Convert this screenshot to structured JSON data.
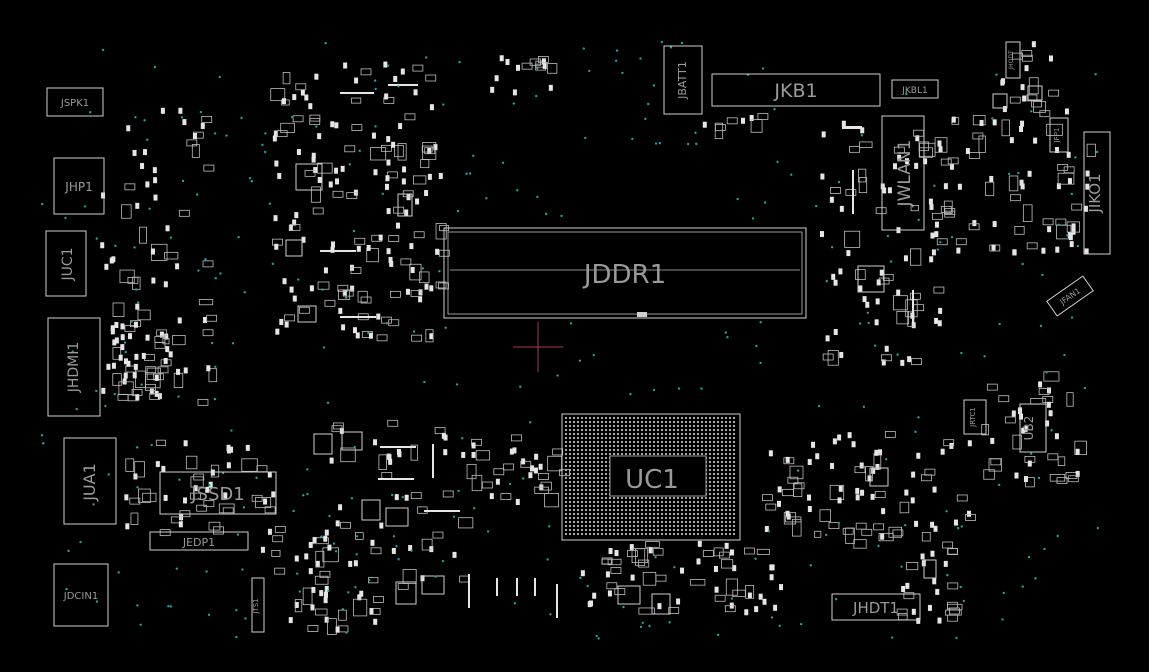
{
  "viewer": {
    "background": "#000000",
    "outline_color": "#cfcfcf",
    "via_color": "#1aa5a0",
    "cursor_color": "#a0404a"
  },
  "components": {
    "jspk1": "JSPK1",
    "jhp1": "JHP1",
    "juc1": "JUC1",
    "jhdmi1": "JHDMI1",
    "jua1": "JUA1",
    "jssd1": "JSSD1",
    "jedp1": "JEDP1",
    "jdcin1": "JDCIN1",
    "jbatt1": "JBATT1",
    "jkb1": "JKB1",
    "jkbl1": "JKBL1",
    "jwlan1": "JWLAN1",
    "jddr1": "JDDR1",
    "uc1": "UC1",
    "jhdt1": "JHDT1",
    "jiko1": "JIKO1",
    "jfan1": "JFAN1",
    "jfp1": "JFP1",
    "jrtc1": "JRTC1",
    "ub2": "UB2",
    "jts1": "JTS1",
    "jhodt": "JHODT"
  }
}
